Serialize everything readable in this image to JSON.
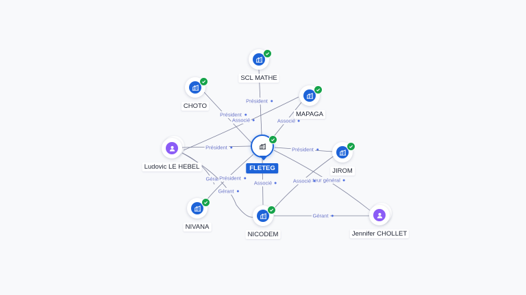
{
  "nodes": {
    "fleteg": {
      "name": "FLETEG",
      "kind": "company",
      "verified": true
    },
    "scl": {
      "name": "SCL MATHE",
      "kind": "company",
      "verified": true
    },
    "choto": {
      "name": "CHOTO",
      "kind": "company",
      "verified": true
    },
    "mapaga": {
      "name": "MAPAGA",
      "kind": "company",
      "verified": true
    },
    "ludovic": {
      "name": "Ludovic LE HEBEL",
      "kind": "person",
      "verified": false
    },
    "jirom": {
      "name": "JIROM",
      "kind": "company",
      "verified": true
    },
    "nivana": {
      "name": "NIVANA",
      "kind": "company",
      "verified": true
    },
    "nicodem": {
      "name": "NICODEM",
      "kind": "company",
      "verified": true
    },
    "jennifer": {
      "name": "Jennifer CHOLLET",
      "kind": "person",
      "verified": false
    }
  },
  "edges": [
    {
      "id": "lud-fle",
      "label": "Président"
    },
    {
      "id": "lud-cho",
      "label": "Président"
    },
    {
      "id": "lud-map",
      "label": "Associé"
    },
    {
      "id": "lud-map2",
      "label": "Gérant"
    },
    {
      "id": "lud-niv",
      "label": "Gérant"
    },
    {
      "id": "fle-scl",
      "label": "Président"
    },
    {
      "id": "fle-map",
      "label": "Associé"
    },
    {
      "id": "fle-jir",
      "label": "Président"
    },
    {
      "id": "fle-niv",
      "label": "Président"
    },
    {
      "id": "fle-nic",
      "label": "Associé"
    },
    {
      "id": "fle-jen",
      "label": "Directeur général"
    },
    {
      "id": "jen-nic",
      "label": "Gérant"
    },
    {
      "id": "jir-nic",
      "label": "Associé"
    }
  ],
  "colors": {
    "company": "#1d63d8",
    "person": "#8b5cf6",
    "verified": "#16a34a",
    "edge_label": "#6b75c8"
  }
}
